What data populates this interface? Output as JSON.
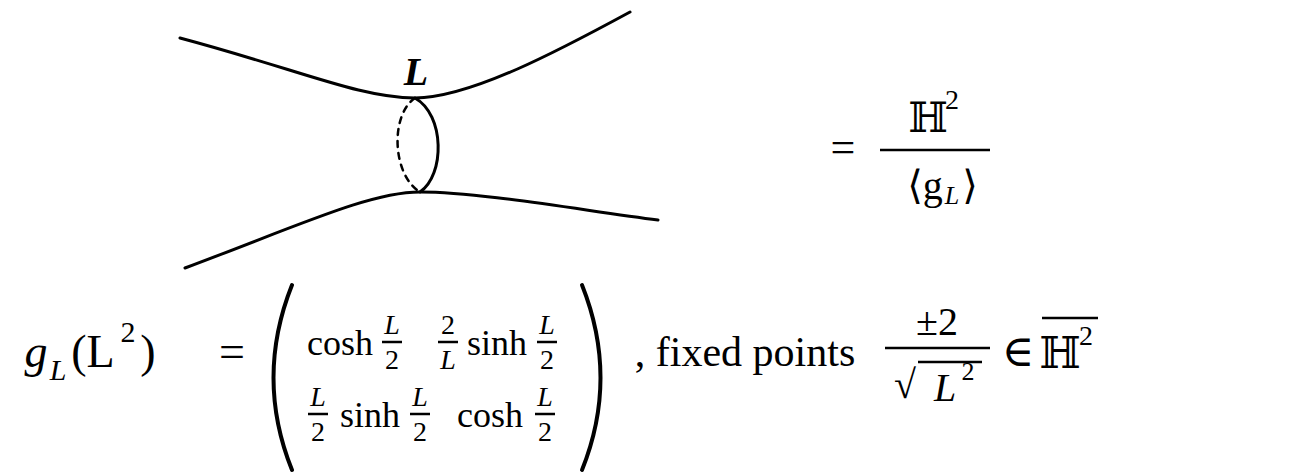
{
  "diagram": {
    "labels": [
      "L",
      "=",
      "ℍ",
      "2",
      "⟨g",
      "L",
      "⟩",
      "g",
      "L",
      "(L",
      "2",
      ")",
      "=",
      "cosh",
      "L",
      "2",
      "2",
      "L",
      "sinh",
      "L",
      "2",
      "L",
      "2",
      "sinh",
      "L",
      "2",
      "cosh",
      "L",
      "2",
      ", fixed points",
      "±2",
      "√",
      "L",
      "2",
      "∈",
      "ℍ",
      "2"
    ]
  }
}
